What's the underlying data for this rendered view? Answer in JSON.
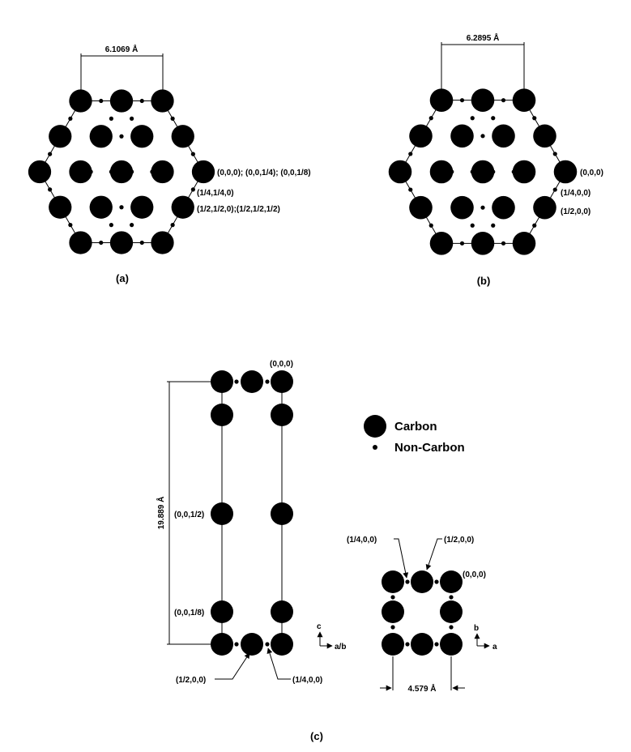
{
  "panel_a": {
    "caption": "(a)",
    "dimension": "6.1069 Å",
    "labels": [
      "(0,0,0); (0,0,1/4); (0,0,1/8)",
      "(1/4,1/4,0)",
      "(1/2,1/2,0);(1/2,1/2,1/2)"
    ]
  },
  "panel_b": {
    "caption": "(b)",
    "dimension": "6.2895 Å",
    "labels": [
      "(0,0,0)",
      "(1/4,0,0)",
      "(1/2,0,0)"
    ]
  },
  "panel_c": {
    "caption": "(c)",
    "legend": {
      "carbon": "Carbon",
      "non_carbon": "Non-Carbon"
    },
    "side_view": {
      "height_dimension": "19.889 Å",
      "labels": [
        "(0,0,0)",
        "(0,0,1/2)",
        "(0,0,1/8)",
        "(1/2,0,0)",
        "(1/4,0,0)"
      ],
      "axis_up": "c",
      "axis_right": "a/b"
    },
    "top_view": {
      "width_dimension": "4.579 Å",
      "labels": [
        "(1/4,0,0)",
        "(1/2,0,0)",
        "(0,0,0)"
      ],
      "axis_up": "b",
      "axis_right": "a"
    }
  },
  "colors": {
    "ink": "#000000",
    "background": "#ffffff"
  }
}
